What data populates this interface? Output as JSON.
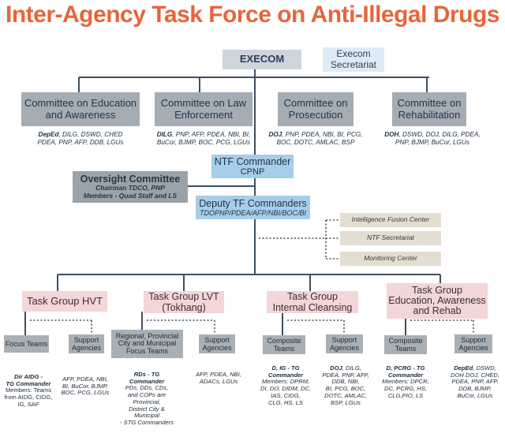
{
  "title": "Inter-Agency Task Force on Anti-Illegal Drugs",
  "execom": "EXECOM",
  "execom_secretariat": [
    "Execom",
    "Secretariat"
  ],
  "committees": [
    {
      "name": [
        "Committee on Education",
        "and Awareness"
      ],
      "lead": "DepEd",
      "members": [
        ", DILG, DSWD, CHED",
        "PDEA, PNP, AFP, DDB, LGUs"
      ]
    },
    {
      "name": [
        "Committee on Law",
        "Enforcement"
      ],
      "lead": "DILG",
      "members": [
        ", PNP, AFP, PDEA, NBI, BI,",
        "BuCor, BJMP, BOC, PCG, LGUs"
      ]
    },
    {
      "name": [
        "Committee on",
        "Prosecution"
      ],
      "lead": "DOJ",
      "members": [
        ", PNP, PDEA, NBI, BI, PCG,",
        "BOC, DOTC, AMLAC, BSP"
      ]
    },
    {
      "name": [
        "Committee on",
        "Rehabilitation"
      ],
      "lead": "DOH",
      "members": [
        ", DSWD, DOJ, DILG, PDEA,",
        "PNP, BJMP, BuCor, LGUs"
      ]
    }
  ],
  "ntf": {
    "title": "NTF Commander",
    "sub": "CPNP"
  },
  "oversight": {
    "title": "Oversight Committee",
    "line1": "Chairman TDCO, PNP",
    "line2": "Members - Quad Staff and LS"
  },
  "deputy": {
    "title": "Deputy TF Commanders",
    "sub": "TDOPNP/PDEA/AFP/NBI/BOC/BI"
  },
  "side_units": [
    "Intelligence Fusion Center",
    "NTF Secretariat",
    "Monitoring Center"
  ],
  "task_groups": [
    {
      "name": [
        "Task Group HVT"
      ]
    },
    {
      "name": [
        "Task Group LVT",
        "(Tokhang)"
      ]
    },
    {
      "name": [
        "Task Group",
        "Internal Cleansing"
      ]
    },
    {
      "name": [
        "Task Group",
        "Education, Awareness",
        "and Rehab"
      ]
    }
  ],
  "sub_units": [
    {
      "label": [
        "Focus Teams"
      ]
    },
    {
      "label": [
        "Support",
        "Agencies"
      ]
    },
    {
      "label": [
        "Regional, Provincial",
        "City and Municipal",
        "Focus Teams"
      ]
    },
    {
      "label": [
        "Support",
        "Agencies"
      ]
    },
    {
      "label": [
        "Composite",
        "Teams"
      ]
    },
    {
      "label": [
        "Support",
        "Agencies"
      ]
    },
    {
      "label": [
        "Composite",
        "Teams"
      ]
    },
    {
      "label": [
        "Support",
        "Agencies"
      ]
    }
  ],
  "notes": [
    {
      "bold": [
        "Dir AIDG -",
        "TG Commander"
      ],
      "text": [
        "Members: Teams",
        "from AIDG, CIDG,",
        "IG, SAF"
      ]
    },
    {
      "bold": [],
      "text": [
        "AFP, PDEA, NBI,",
        "BI, BuCor, BJMP,",
        "BOC, PCG, LGUs"
      ]
    },
    {
      "bold": [
        "RDs - TG",
        "Commander"
      ],
      "text": [
        "PDs, DDs, CDs,",
        "and COPs are",
        "Provincial,",
        "District City &",
        "Municipal",
        "- STG Commanders"
      ]
    },
    {
      "bold": [],
      "text": [
        "AFP, PDEA, NBI,",
        "ADACs, LGUs"
      ]
    },
    {
      "bold": [
        "D, IG - TG",
        "Commander"
      ],
      "text": [
        "Members: DPRM,",
        "DI, DO, DIDM, DC,",
        "IAS, CIDG,",
        "CLG, HS, LS"
      ]
    },
    {
      "bold": [
        "DOJ",
        ""
      ],
      "text": [
        ", DILG,",
        "PDEA, PNP, AFP,",
        "DDB, NBI,",
        "BI, PCG, BOC,",
        "DOTC, AMLAC,",
        "BSP, LGUs"
      ]
    },
    {
      "bold": [
        "D, PCRG - TG",
        "Commander"
      ],
      "text": [
        "Members: DPCR,",
        "DC, PCRG, HS,",
        "CLG,PIO, LS"
      ]
    },
    {
      "bold": [
        "DepEd",
        ""
      ],
      "text": [
        ", DSWD,",
        "DOH DOJ, CHED,",
        "PDEA, PNP, AFP,",
        "DDB, BJMP,",
        "BuCor, LGUs"
      ]
    }
  ],
  "colors": {
    "title": "#e8643a",
    "execom": "#cdd5dc",
    "committee": "#a4adb4",
    "ntf": "#a6cde9",
    "task_group": "#f3d6d8",
    "side_unit": "#e4ded1",
    "line": "#3d4f62"
  }
}
